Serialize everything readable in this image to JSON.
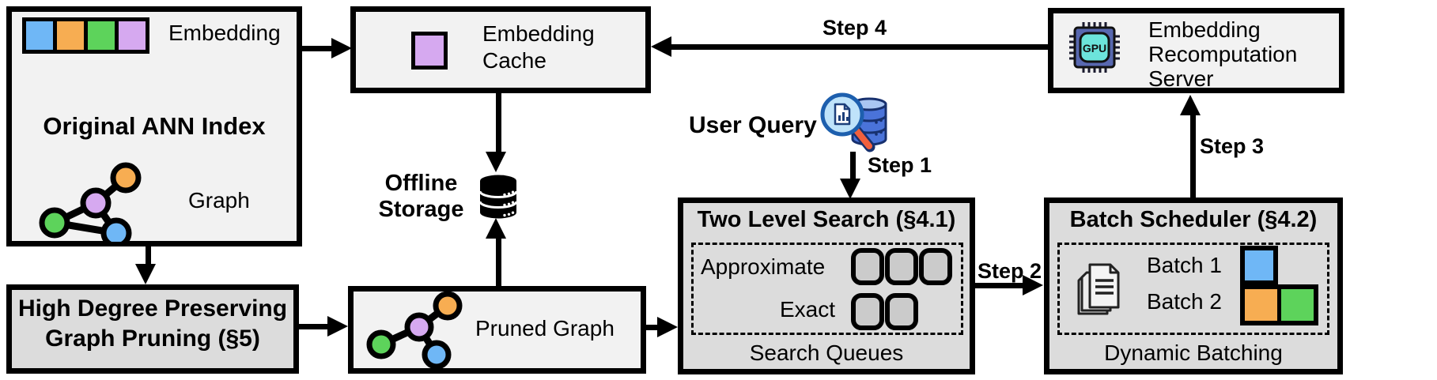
{
  "figure_type": "system-architecture-diagram",
  "nodes": {
    "original_ann": {
      "title": "Original ANN Index",
      "embedding_label": "Embedding",
      "graph_label": "Graph"
    },
    "embedding_cache": {
      "label": "Embedding Cache"
    },
    "recomputation_server": {
      "label": "Embedding Recomputation Server",
      "chip_label": "GPU"
    },
    "offline_storage": {
      "label": "Offline Storage"
    },
    "user_query": {
      "label": "User Query"
    },
    "two_level_search": {
      "title": "Two Level Search (§4.1)",
      "row1_label": "Approximate",
      "row2_label": "Exact",
      "caption": "Search Queues",
      "row1_queue_count": 3,
      "row2_queue_count": 2
    },
    "batch_scheduler": {
      "title": "Batch Scheduler (§4.2)",
      "row1_label": "Batch 1",
      "row2_label": "Batch 2",
      "caption": "Dynamic Batching",
      "batch1_colors": [
        "#6fb7f6"
      ],
      "batch2_colors": [
        "#f7ad52",
        "#5dd35b"
      ]
    },
    "graph_pruning": {
      "label": "High Degree Preserving Graph Pruning (§5)"
    },
    "pruned_graph": {
      "label": "Pruned Graph"
    }
  },
  "steps": {
    "step1": "Step 1",
    "step2": "Step 2",
    "step3": "Step 3",
    "step4": "Step 4"
  },
  "colors": {
    "box_light": "#f2f2f2",
    "box_dark": "#dcdcdc",
    "queue_fill": "#cbcbcb",
    "embedding_blue": "#6fb7f6",
    "embedding_orange": "#f7ad52",
    "embedding_green": "#5dd35b",
    "embedding_purple": "#d6a9f0",
    "chip_body": "#5868b0",
    "chip_core": "#6ce4db",
    "query_db_blue": "#4a73d9",
    "query_lens_fill": "#bfe3fa",
    "query_handle_orange": "#f2603d",
    "outline_black": "#000000"
  }
}
